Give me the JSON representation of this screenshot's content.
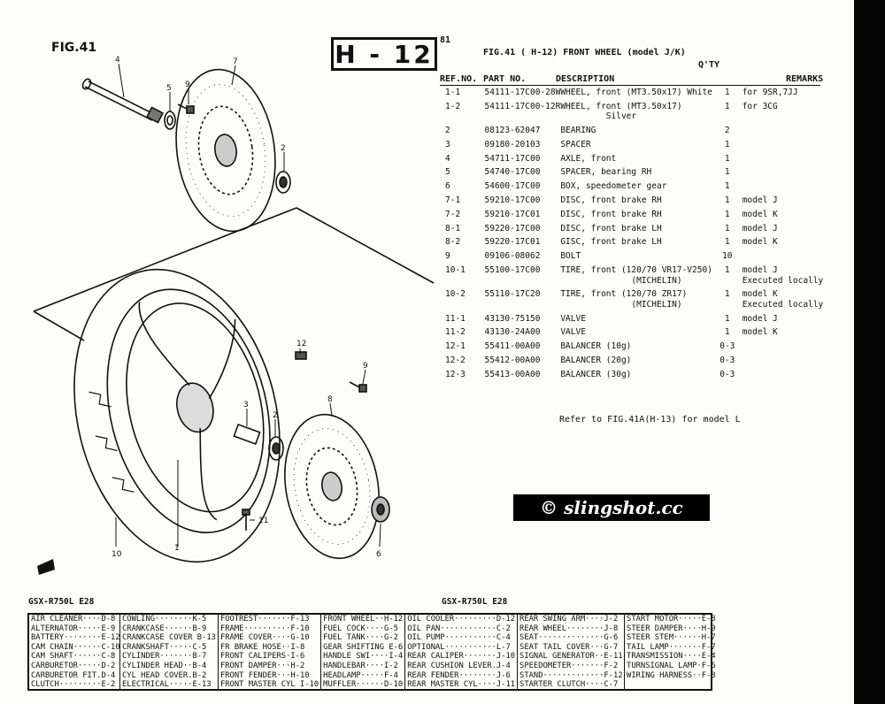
{
  "fig_label": "FIG.41",
  "section_code": "H - 12",
  "page_number": "81",
  "fig_title": "FIG.41 (  H-12) FRONT WHEEL (model J/K)",
  "table": {
    "qty_header": "Q'TY",
    "headers": {
      "ref": "REF.NO.",
      "part": "PART NO.",
      "desc": "DESCRIPTION",
      "remarks": "REMARKS"
    },
    "rows": [
      {
        "ref": "1-1",
        "part": "54111-17C00-28W",
        "desc": "WHEEL, front (MT3.50x17) White",
        "qty": "1",
        "remarks": "for 9SR,7JJ"
      },
      {
        "ref": "1-2",
        "part": "54111-17C00-12R",
        "desc": "WHEEL, front (MT3.50x17)\n         Silver",
        "qty": "1",
        "remarks": "for 3CG"
      },
      {
        "ref": "2",
        "part": "08123-62047",
        "desc": "BEARING",
        "qty": "2",
        "remarks": ""
      },
      {
        "ref": "3",
        "part": "09180-20103",
        "desc": "SPACER",
        "qty": "1",
        "remarks": ""
      },
      {
        "ref": "4",
        "part": "54711-17C00",
        "desc": "AXLE, front",
        "qty": "1",
        "remarks": ""
      },
      {
        "ref": "5",
        "part": "54740-17C00",
        "desc": "SPACER, bearing RH",
        "qty": "1",
        "remarks": ""
      },
      {
        "ref": "6",
        "part": "54600-17C00",
        "desc": "BOX, speedometer gear",
        "qty": "1",
        "remarks": ""
      },
      {
        "ref": "7-1",
        "part": "59210-17C00",
        "desc": "DISC, front brake RH",
        "qty": "1",
        "remarks": "model J"
      },
      {
        "ref": "7-2",
        "part": "59210-17C01",
        "desc": "DISC, front brake RH",
        "qty": "1",
        "remarks": "model K"
      },
      {
        "ref": "8-1",
        "part": "59220-17C00",
        "desc": "DISC, front brake LH",
        "qty": "1",
        "remarks": "model J"
      },
      {
        "ref": "8-2",
        "part": "59220-17C01",
        "desc": "GISC, front brake LH",
        "qty": "1",
        "remarks": "model K"
      },
      {
        "ref": "9",
        "part": "09106-08062",
        "desc": "BOLT",
        "qty": "10",
        "remarks": ""
      },
      {
        "ref": "10-1",
        "part": "55100-17C00",
        "desc": "TIRE, front (120/70 VR17-V250)\n              (MICHELIN)",
        "qty": "1",
        "remarks": "model J\nExecuted locally"
      },
      {
        "ref": "10-2",
        "part": "55110-17C20",
        "desc": "TIRE, front (120/70 ZR17)\n              (MICHELIN)",
        "qty": "1",
        "remarks": "model K\nExecuted locally"
      },
      {
        "ref": "11-1",
        "part": "43130-75150",
        "desc": "VALVE",
        "qty": "1",
        "remarks": "model J"
      },
      {
        "ref": "11-2",
        "part": "43130-24A00",
        "desc": "VALVE",
        "qty": "1",
        "remarks": "model K"
      },
      {
        "ref": "12-1",
        "part": "55411-00A00",
        "desc": "BALANCER (10g)",
        "qty": "0-3",
        "remarks": ""
      },
      {
        "ref": "12-2",
        "part": "55412-00A00",
        "desc": "BALANCER (20g)",
        "qty": "0-3",
        "remarks": ""
      },
      {
        "ref": "12-3",
        "part": "55413-00A00",
        "desc": "BALANCER (30g)",
        "qty": "0-3",
        "remarks": ""
      }
    ]
  },
  "refer_note": "Refer to FIG.41A(H-13) for model L",
  "bottom_label_left": "GSX-R750L E28",
  "bottom_label_right": "GSX-R750L E28",
  "watermark": "© slingshot.cc",
  "callouts": [
    "4",
    "7",
    "5",
    "9",
    "2",
    "12",
    "9",
    "3",
    "2",
    "8",
    "11",
    "10",
    "1",
    "6"
  ],
  "index": [
    [
      "AIR CLEANER····D-8",
      "ALTERNATOR·····E-9",
      "BATTERY········E-12",
      "CAM CHAIN······C-10",
      "CAM SHAFT······C-8",
      "CARBURETOR·····D-2",
      "CARBURETOR FIT.D-4",
      "CLUTCH·········E-2"
    ],
    [
      "COWLING········K-5",
      "CRANKCASE······B-9",
      "CRANKCASE COVER B-13",
      "CRANKSHAFT·····C-5",
      "CYLINDER·······B-7",
      "CYLINDER HEAD··B-4",
      "CYL HEAD COVER.B-2",
      "ELECTRICAL·····E-13"
    ],
    [
      "FOOTREST·······F-13",
      "FRAME··········F-10",
      "FRAME COVER····G-10",
      "FR BRAKE HOSE··I-8",
      "FRONT CALIPERS·I-6",
      "FRONT DAMPER···H-2",
      "FRONT FENDER···H-10",
      "FRONT MASTER CYL I-10"
    ],
    [
      "FRONT WHEEL··H-12",
      "FUEL COCK····G-5",
      "FUEL TANK····G-2",
      "GEAR SHIFTING E-6",
      "HANDLE SWI····I-4",
      "HANDLEBAR····I-2",
      "HEADLAMP·····F-4",
      "MUFFLER······D-10"
    ],
    [
      "OIL COOLER·········D-12",
      "OIL PAN············C-2",
      "OIL PUMP···········C-4",
      "OPTIONAL···········L-7",
      "REAR CALIPER·······J-10",
      "REAR CUSHION LEVER.J-4",
      "REAR FENDER········J-6",
      "REAR MASTER CYL····J-11"
    ],
    [
      "REAR SWING ARM····J-2",
      "REAR WHEEL········J-8",
      "SEAT··············G-6",
      "SEAT TAIL COVER···G-7",
      "SIGNAL GENERATOR··E-11",
      "SPEEDOMETER·······F-2",
      "STAND·············F-12",
      "STARTER CLUTCH····C-7"
    ],
    [
      "START MOTOR·····E-8",
      "STEER DAMPER····H-9",
      "STEER STEM······H-7",
      "TAIL LAMP·······F-7",
      "TRANSMISSION····E-4",
      "TURNSIGNAL LAMP·F-6",
      "WIRING HARNESS··F-8",
      ""
    ]
  ]
}
